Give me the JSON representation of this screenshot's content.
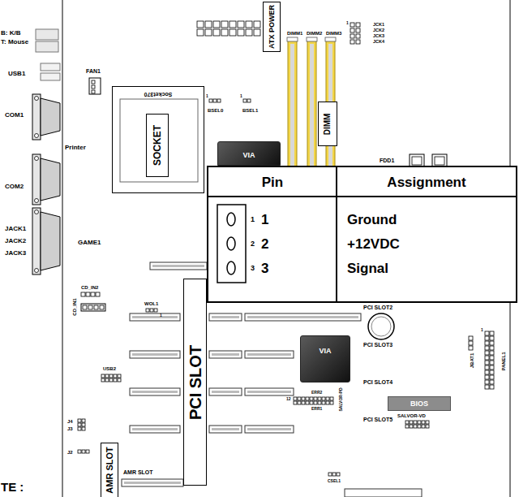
{
  "diagram": {
    "nodes": [
      {
        "text": [
          "ATX POWER"
        ]
      },
      {
        "text": [
          "Socket370"
        ]
      },
      {
        "text": [
          "SOCKET"
        ],
        "in": 1
      },
      {
        "text": [
          "DIMM"
        ]
      },
      {
        "text": [
          "VIA"
        ]
      },
      {
        "text": [
          "PCI SLOT"
        ]
      },
      {
        "text": [
          "VIA"
        ]
      },
      {
        "text": [
          "BIOS"
        ]
      },
      {
        "text": [
          "AMR SLOT"
        ]
      }
    ],
    "labels": [
      "B: K/B",
      "T: Mouse",
      "USB1",
      "FAN1",
      "COM1",
      "Printer",
      "COM2",
      "JACK1",
      "JACK2",
      "JACK3",
      "GAME1",
      "CD_IN2",
      "CD_IN1",
      "WOL1",
      "BSEL0",
      "BSEL1",
      "DIMM1",
      "DIMM2",
      "DIMM3",
      "JCK1",
      "JCK2",
      "JCK3",
      "JCK4",
      "FDD1",
      "Pin",
      "Assignment",
      "1",
      "1",
      "Ground",
      "2",
      "2",
      "+12VDC",
      "3",
      "3",
      "Signal",
      "PCI SLOT2",
      "PCI SLOT3",
      "PCI SLOT4",
      "PCI SLOT5",
      "JBAT1",
      "PANEL1",
      "USB2",
      "ERR2",
      "SALVOR-PD",
      "12",
      "ERR1",
      "SALVOR-VD",
      "J4",
      "J3",
      "J2",
      "AMR SLOT",
      "CSEL1",
      "TE :",
      "1",
      "1",
      "1",
      "1",
      "1"
    ]
  }
}
